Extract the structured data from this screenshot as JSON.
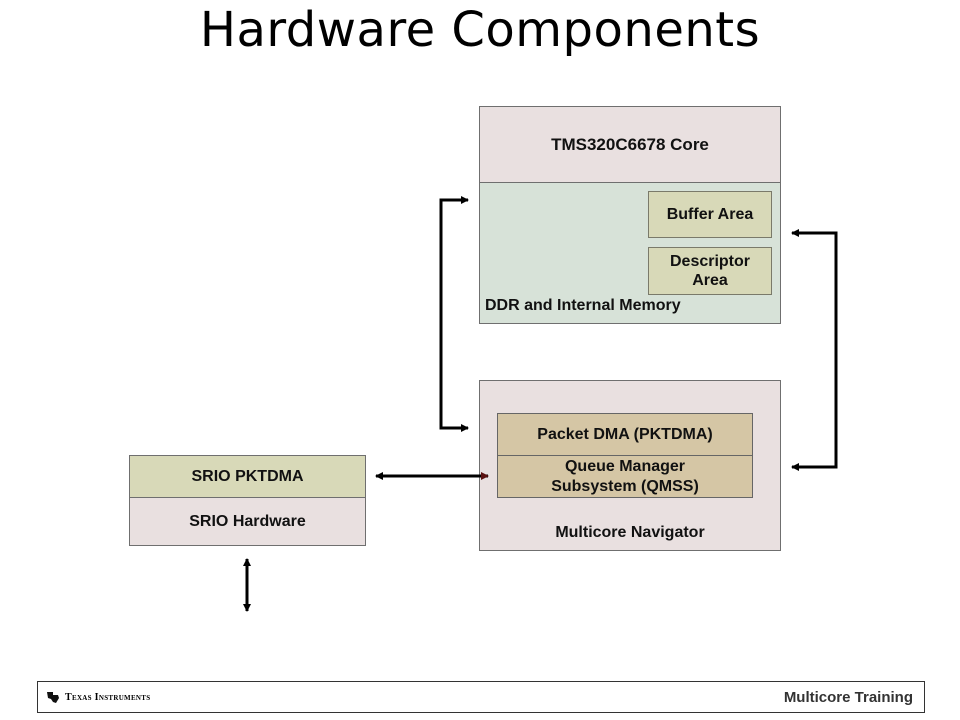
{
  "title": "Hardware Components",
  "core": {
    "label": "TMS320C6678 Core"
  },
  "memory": {
    "label": "DDR and Internal Memory",
    "buffer_area": "Buffer Area",
    "descriptor_area": "Descriptor Area"
  },
  "navigator": {
    "label": "Multicore Navigator",
    "pktdma": "Packet DMA (PKTDMA)",
    "qmss": "Queue Manager Subsystem (QMSS)"
  },
  "srio": {
    "pktdma": "SRIO PKTDMA",
    "hardware": "SRIO Hardware"
  },
  "footer": {
    "logo_text": "Texas Instruments",
    "training": "Multicore Training"
  },
  "colors": {
    "pink": "#e9e0e0",
    "memory_green": "#d7e2d8",
    "olive": "#d8d9b8",
    "tan": "#d5c6a5",
    "arrow_black": "#000000",
    "arrow_dark_red": "#5a1010"
  }
}
